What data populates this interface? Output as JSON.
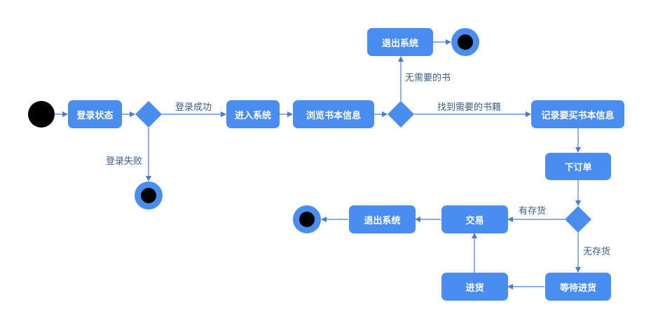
{
  "colors": {
    "node_fill": "#4a8df0",
    "node_text": "#ffffff",
    "edge": "#4a7bd0",
    "label_text": "#3b5b8a",
    "start_fill": "#000000"
  },
  "nodes": {
    "login_status": "登录状态",
    "enter_system": "进入系统",
    "browse_books": "浏览书本信息",
    "exit_system_top": "退出系统",
    "record_books": "记录要买书本信息",
    "place_order": "下订单",
    "transaction": "交易",
    "exit_system_bottom": "退出系统",
    "wait_restock": "等待进货",
    "restock": "进货"
  },
  "edges": {
    "login_success": "登录成功",
    "login_fail": "登录失败",
    "no_book_needed": "无需要的书",
    "found_book": "找到需要的书籍",
    "in_stock": "有存货",
    "out_of_stock": "无存货"
  }
}
